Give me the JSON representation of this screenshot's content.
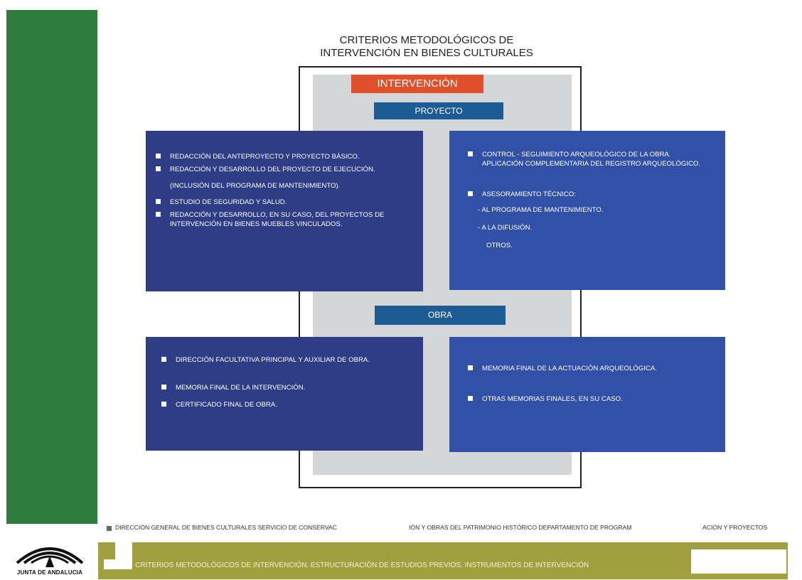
{
  "title": {
    "line1": "CRITERIOS METODOLÓGICOS DE",
    "line2": "INTERVENCIÓN EN BIENES CULTURALES"
  },
  "intervencion_label": "INTERVENCIÓN",
  "proyecto_label": "PROYECTO",
  "obra_label": "OBRA",
  "panel_top_left": {
    "items": [
      "REDACCIÓN DEL ANTEPROYECTO Y PROYECTO BÁSICO.",
      "REDACCIÓN Y DESARROLLO DEL PROYECTO DE EJECUCIÓN."
    ],
    "note": "(INCLUSIÓN DEL PROGRAMA DE MANTENIMIENTO).",
    "items2": [
      "ESTUDIO DE SEGURIDAD Y SALUD.",
      "REDACCIÓN Y DESARROLLO, EN SU CASO, DEL PROYECTOS DE INTERVENCIÓN EN BIENES MUEBLES VINCULADOS."
    ]
  },
  "panel_top_right": {
    "item1": "CONTROL - SEGUIMIENTO ARQUEOLÓGICO DE LA OBRA. APLICACIÓN COMPLEMENTARIA DEL REGISTRO ARQUEOLÓGICO.",
    "item2": "ASESORAMIENTO TÉCNICO:",
    "sub1": "- AL PROGRAMA DE MANTENIMIENTO.",
    "sub2": "- A LA DIFUSIÓN.",
    "sub3": "OTROS."
  },
  "panel_bottom_left": {
    "items": [
      "DIRECCIÓN FACULTATIVA PRINCIPAL Y AUXILIAR DE OBRA.",
      "MEMORIA FINAL DE LA INTERVENCIÓN.",
      "CERTIFICADO FINAL DE OBRA."
    ]
  },
  "panel_bottom_right": {
    "items": [
      "MEMORIA FINAL DE LA ACTUACIÓN ARQUEOLÓGICA.",
      "OTRAS MEMORIAS FINALES, EN SU CASO."
    ]
  },
  "footer": {
    "part1": "DIRECCIÓN GENERAL DE BIENES CULTURALES   SERVICIO DE CONSERVAC",
    "part2": "IÓN Y OBRAS DEL PATRIMONIO HISTÓRICO   DEPARTAMENTO DE PROGRAM",
    "part3": "ACIÓN Y PROYECTOS"
  },
  "bottom_bar_text": "CRITERIOS METODOLÓGICOS DE INTERVENCIÓN. ESTRUCTURACIÓN DE ESTUDIOS PREVIOS. INSTRUMENTOS DE INTERVENCIÓN",
  "logo_text": "JUNTA DE ANDALUCIA",
  "colors": {
    "green": "#2f7d3e",
    "orange": "#e0502b",
    "section_blue": "#1e5a94",
    "panel_dark": "#2f3c86",
    "panel_mid": "#3250a6",
    "olive": "#a0a040"
  }
}
